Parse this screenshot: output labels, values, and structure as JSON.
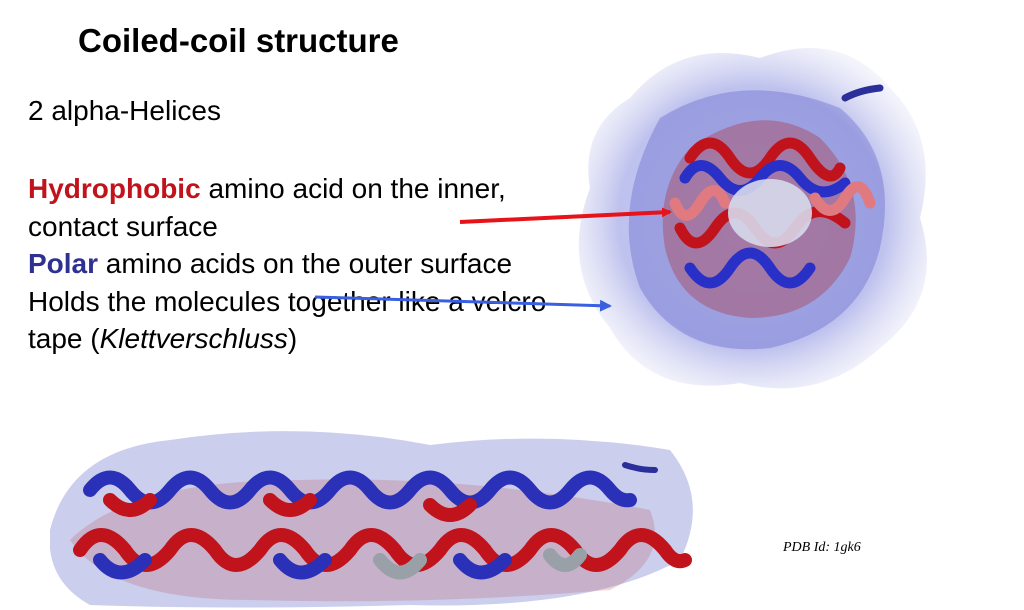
{
  "slide": {
    "title": "Coiled-coil structure",
    "subtitle": "2 alpha-Helices",
    "point1": {
      "highlight": "Hydrophobic",
      "rest": " amino acid on the inner, contact surface"
    },
    "point2": {
      "highlight": "Polar",
      "rest": " amino acids on the outer surface"
    },
    "point3": {
      "text": "Holds the molecules together like a velcro tape (",
      "italic": "Klettverschluss",
      "close": ")"
    },
    "pdb_label": "PDB Id: 1gk6"
  },
  "colors": {
    "hydrophobic": "#c0131c",
    "polar": "#2e3192",
    "arrow_red": "#e8121a",
    "arrow_blue": "#3a5fe0"
  },
  "images": {
    "top": "coiled-coil-top-view",
    "side": "coiled-coil-side-view"
  }
}
